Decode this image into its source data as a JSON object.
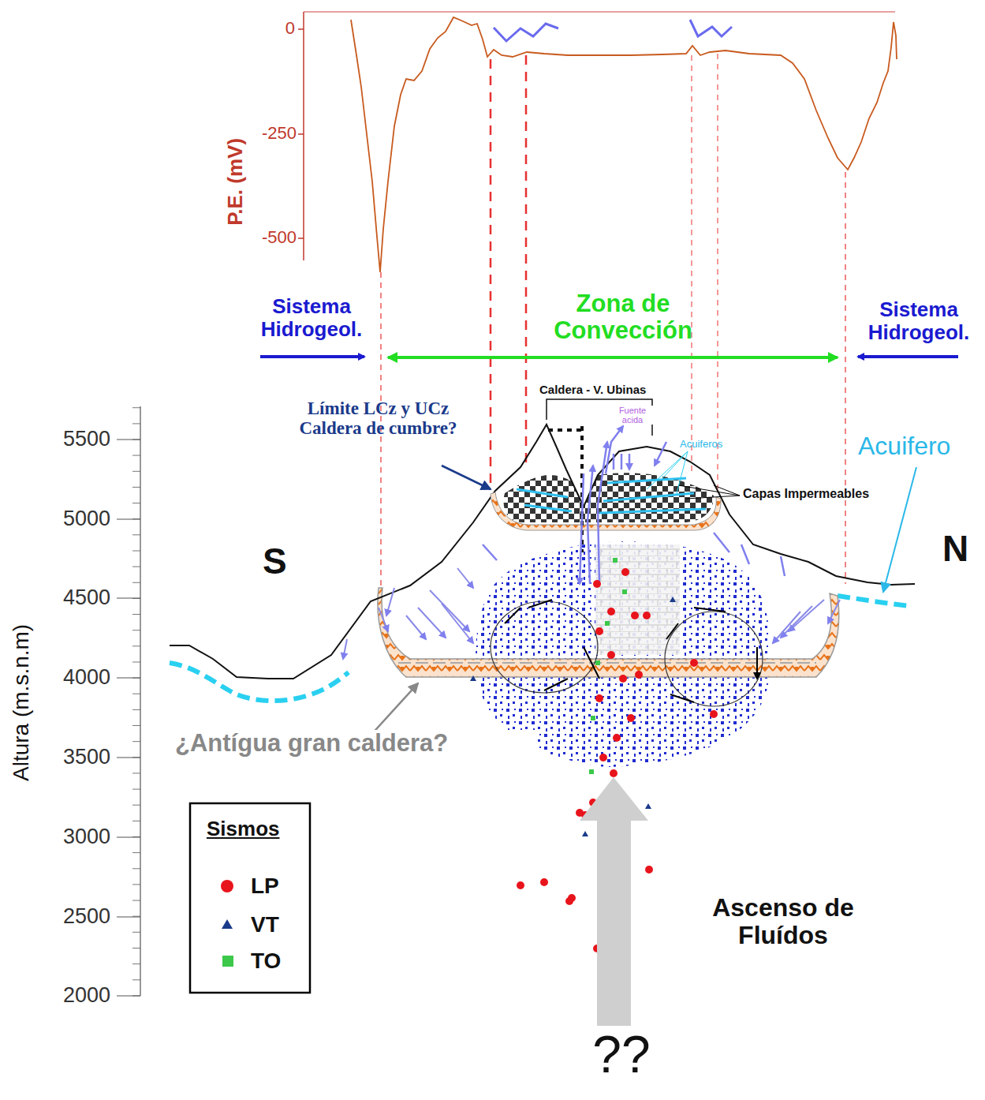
{
  "diagram": {
    "labels": [
      "0",
      "-250",
      "-500",
      "P.E. (mV)",
      "Sistema Hidrogeol.",
      "Zona de Convección",
      "Sistema Hidrogeol.",
      "Caldera - V. Ubinas",
      "Límite LCz y UCz Caldera de cumbre?",
      "Fuente acida",
      "Acuiferos",
      "Acuifero",
      "Capas Impermeables",
      "5500",
      "5000",
      "4500",
      "4000",
      "3500",
      "3000",
      "2500",
      "2000",
      "Altura (m.s.n.m)",
      "S",
      "N",
      "¿Antígua gran caldera?",
      "Sismos",
      "Ascenso de Fluídos",
      "??"
    ],
    "legend": [
      {
        "text": "LP",
        "color": "#e8141c"
      },
      {
        "text": "VT",
        "color": "#1a3a8a"
      },
      {
        "text": "TO",
        "color": "#3cc84a"
      }
    ]
  }
}
